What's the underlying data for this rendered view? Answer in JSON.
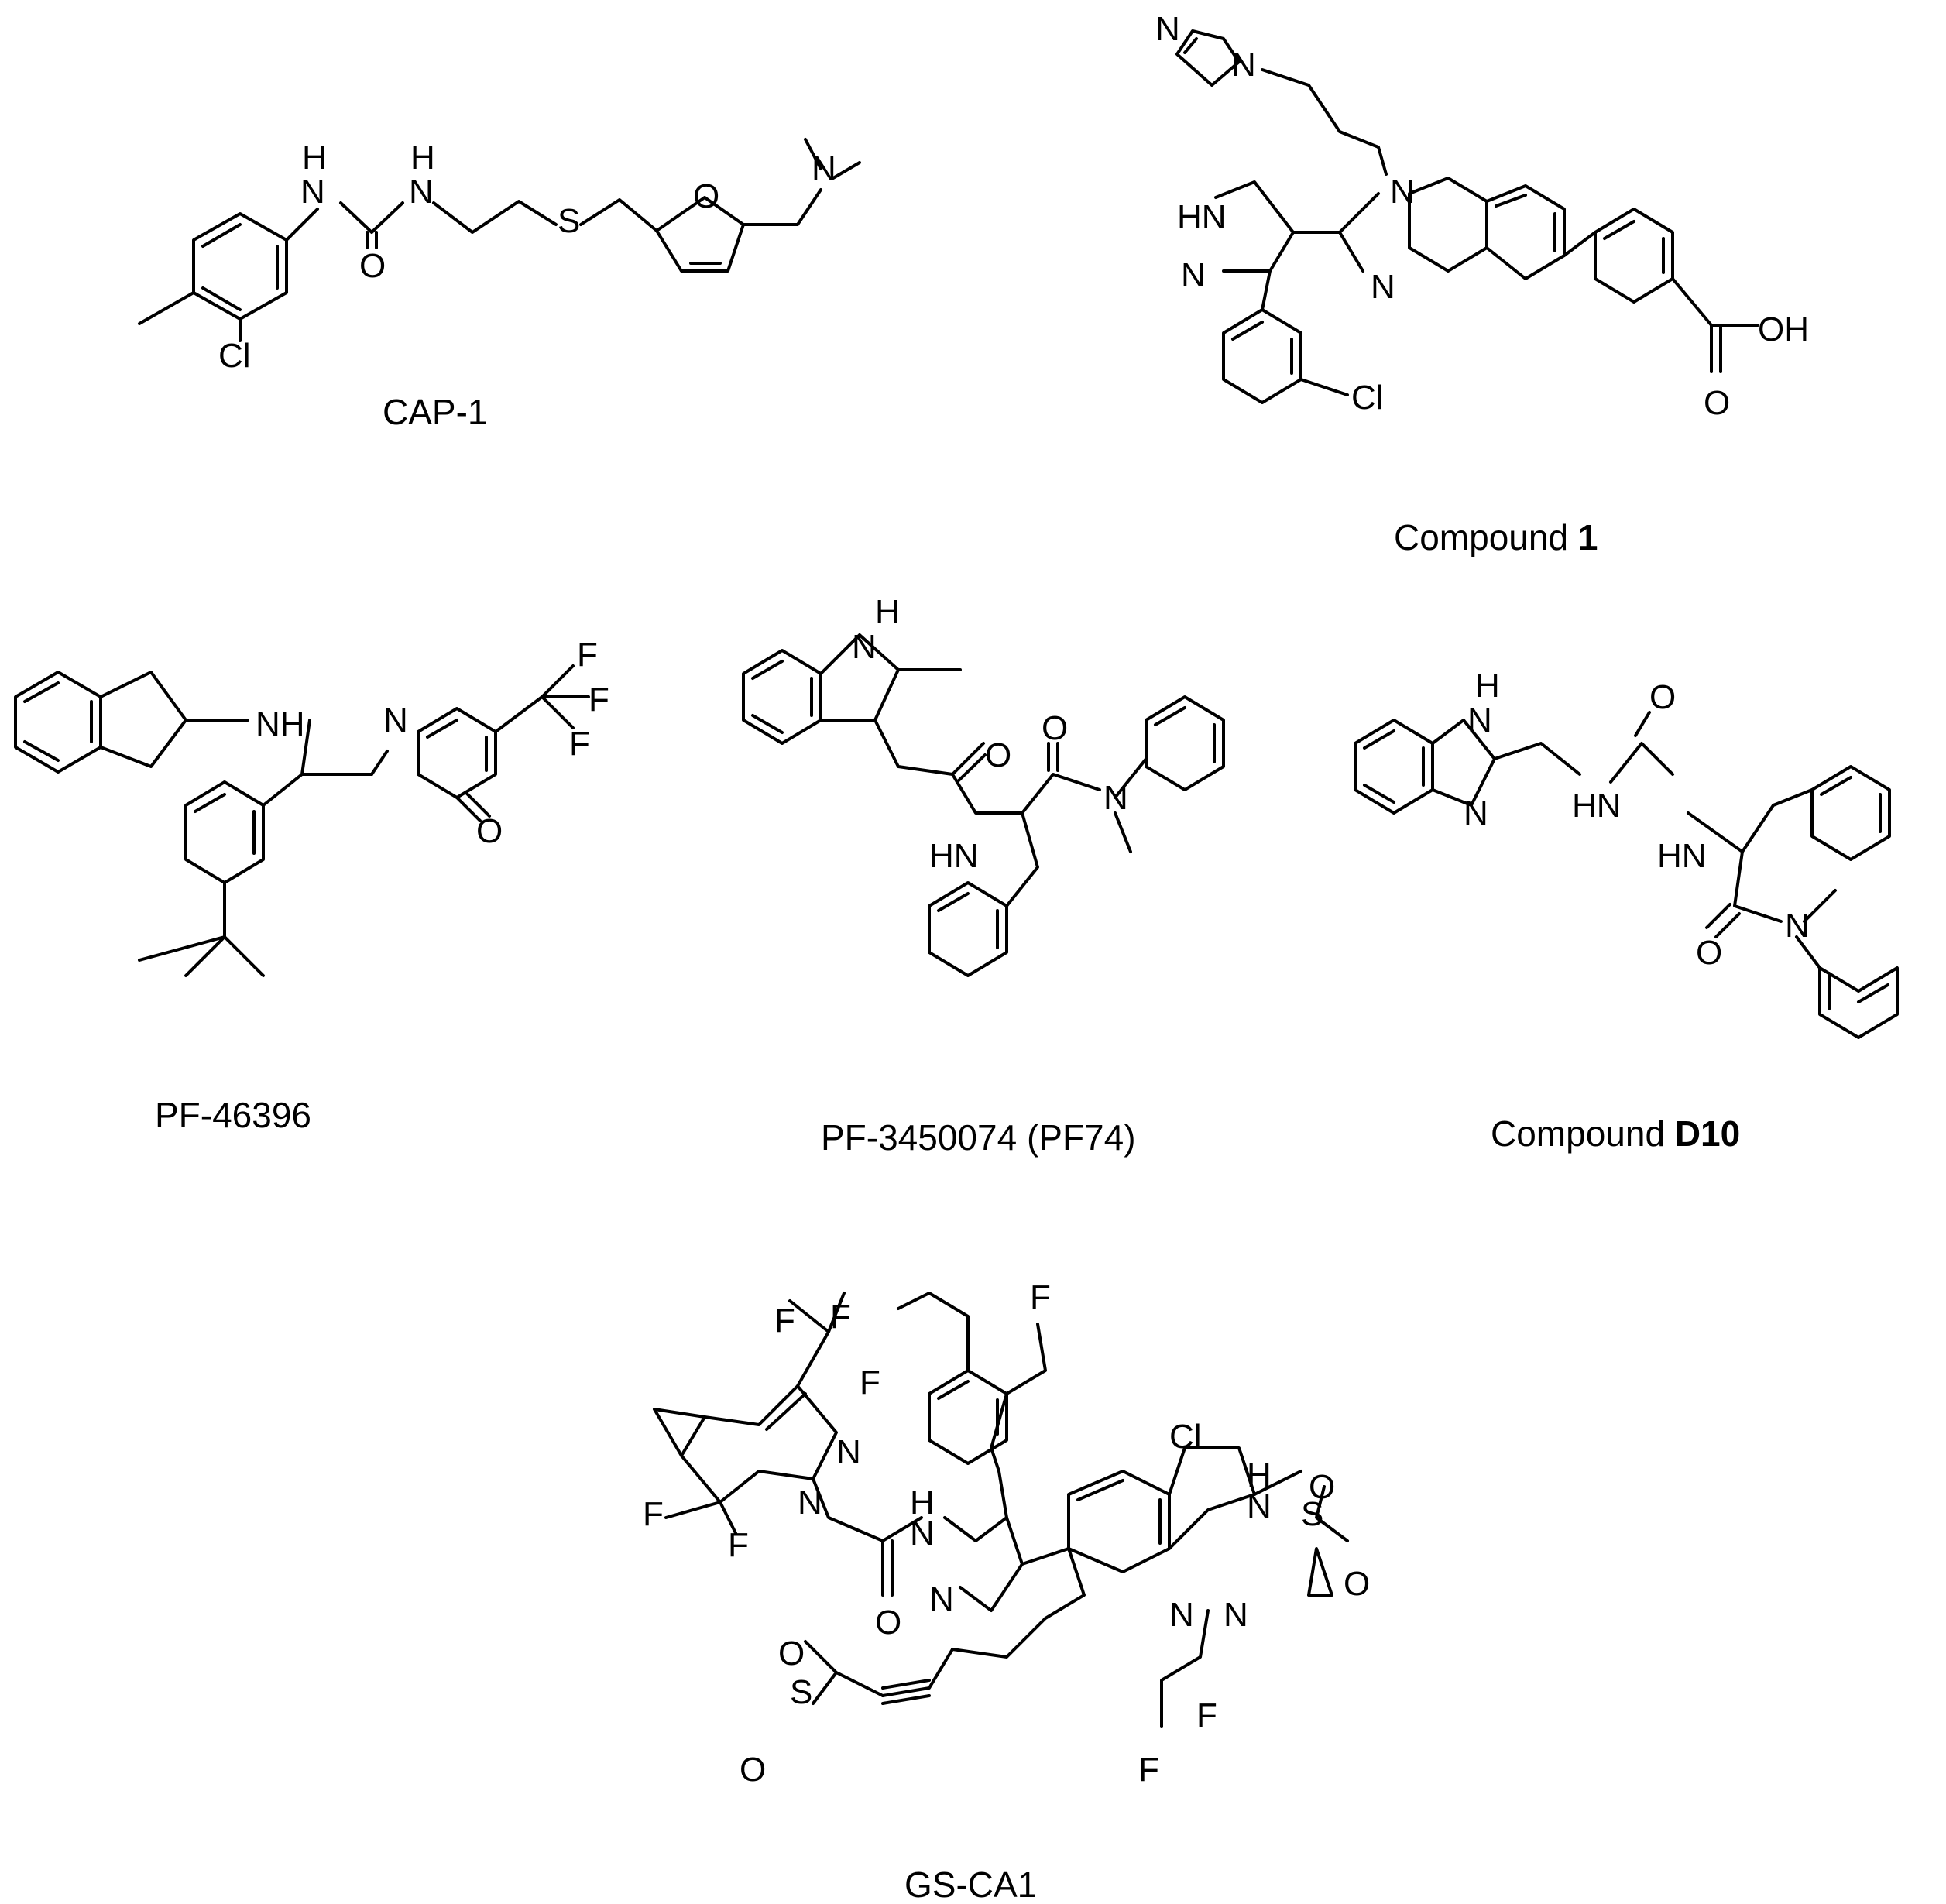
{
  "captions": {
    "cap1": "CAP-1",
    "compound1_prefix": "Compound ",
    "compound1_bold": "1",
    "pf46396": "PF-46396",
    "pf74": "PF-3450074 (PF74)",
    "d10_prefix": "Compound ",
    "d10_bold": "D10",
    "gsca1": "GS-CA1"
  },
  "labels": {
    "H": "H",
    "N": "N",
    "NH": "NH",
    "HN": "HN",
    "O": "O",
    "S": "S",
    "Cl": "Cl",
    "F": "F",
    "OH": "OH",
    "HN_ring": "HN",
    "N_dash": "N"
  }
}
